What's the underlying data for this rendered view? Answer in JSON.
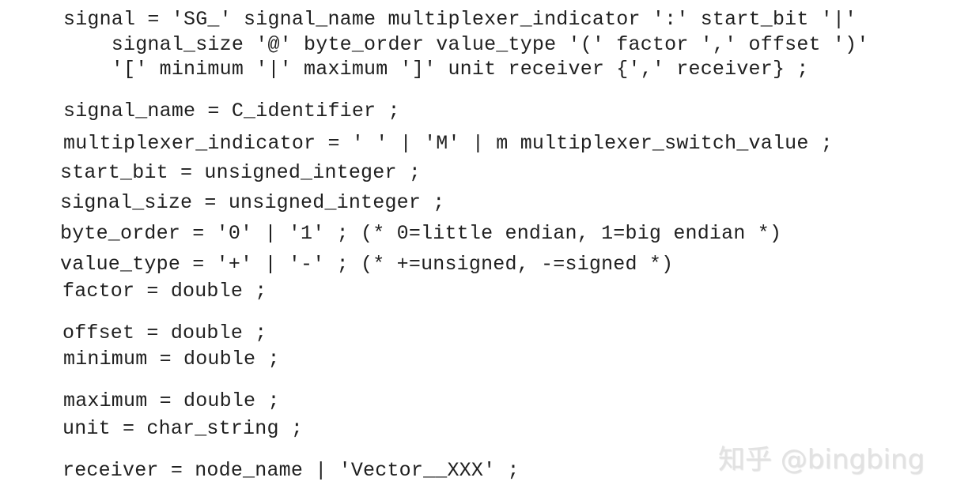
{
  "code_lines": [
    "signal = 'SG_' signal_name multiplexer_indicator ':' start_bit '|'",
    "    signal_size '@' byte_order value_type '(' factor ',' offset ')'",
    "    '[' minimum '|' maximum ']' unit receiver {',' receiver} ;",
    "signal_name = C_identifier ;",
    "multiplexer_indicator = ' ' | 'M' | m multiplexer_switch_value ;",
    "start_bit = unsigned_integer ;",
    "signal_size = unsigned_integer ;",
    "byte_order = '0' | '1' ; (* 0=little endian, 1=big endian *)",
    "value_type = '+' | '-' ; (* +=unsigned, -=signed *)",
    "factor = double ;",
    "offset = double ;",
    "minimum = double ;",
    "maximum = double ;",
    "unit = char_string ;",
    "receiver = node_name | 'Vector__XXX' ;"
  ],
  "watermark": "知乎 @bingbing",
  "colors": {
    "text": "#1f1f1f",
    "background": "#ffffff",
    "watermark": "#e2e2e2"
  }
}
